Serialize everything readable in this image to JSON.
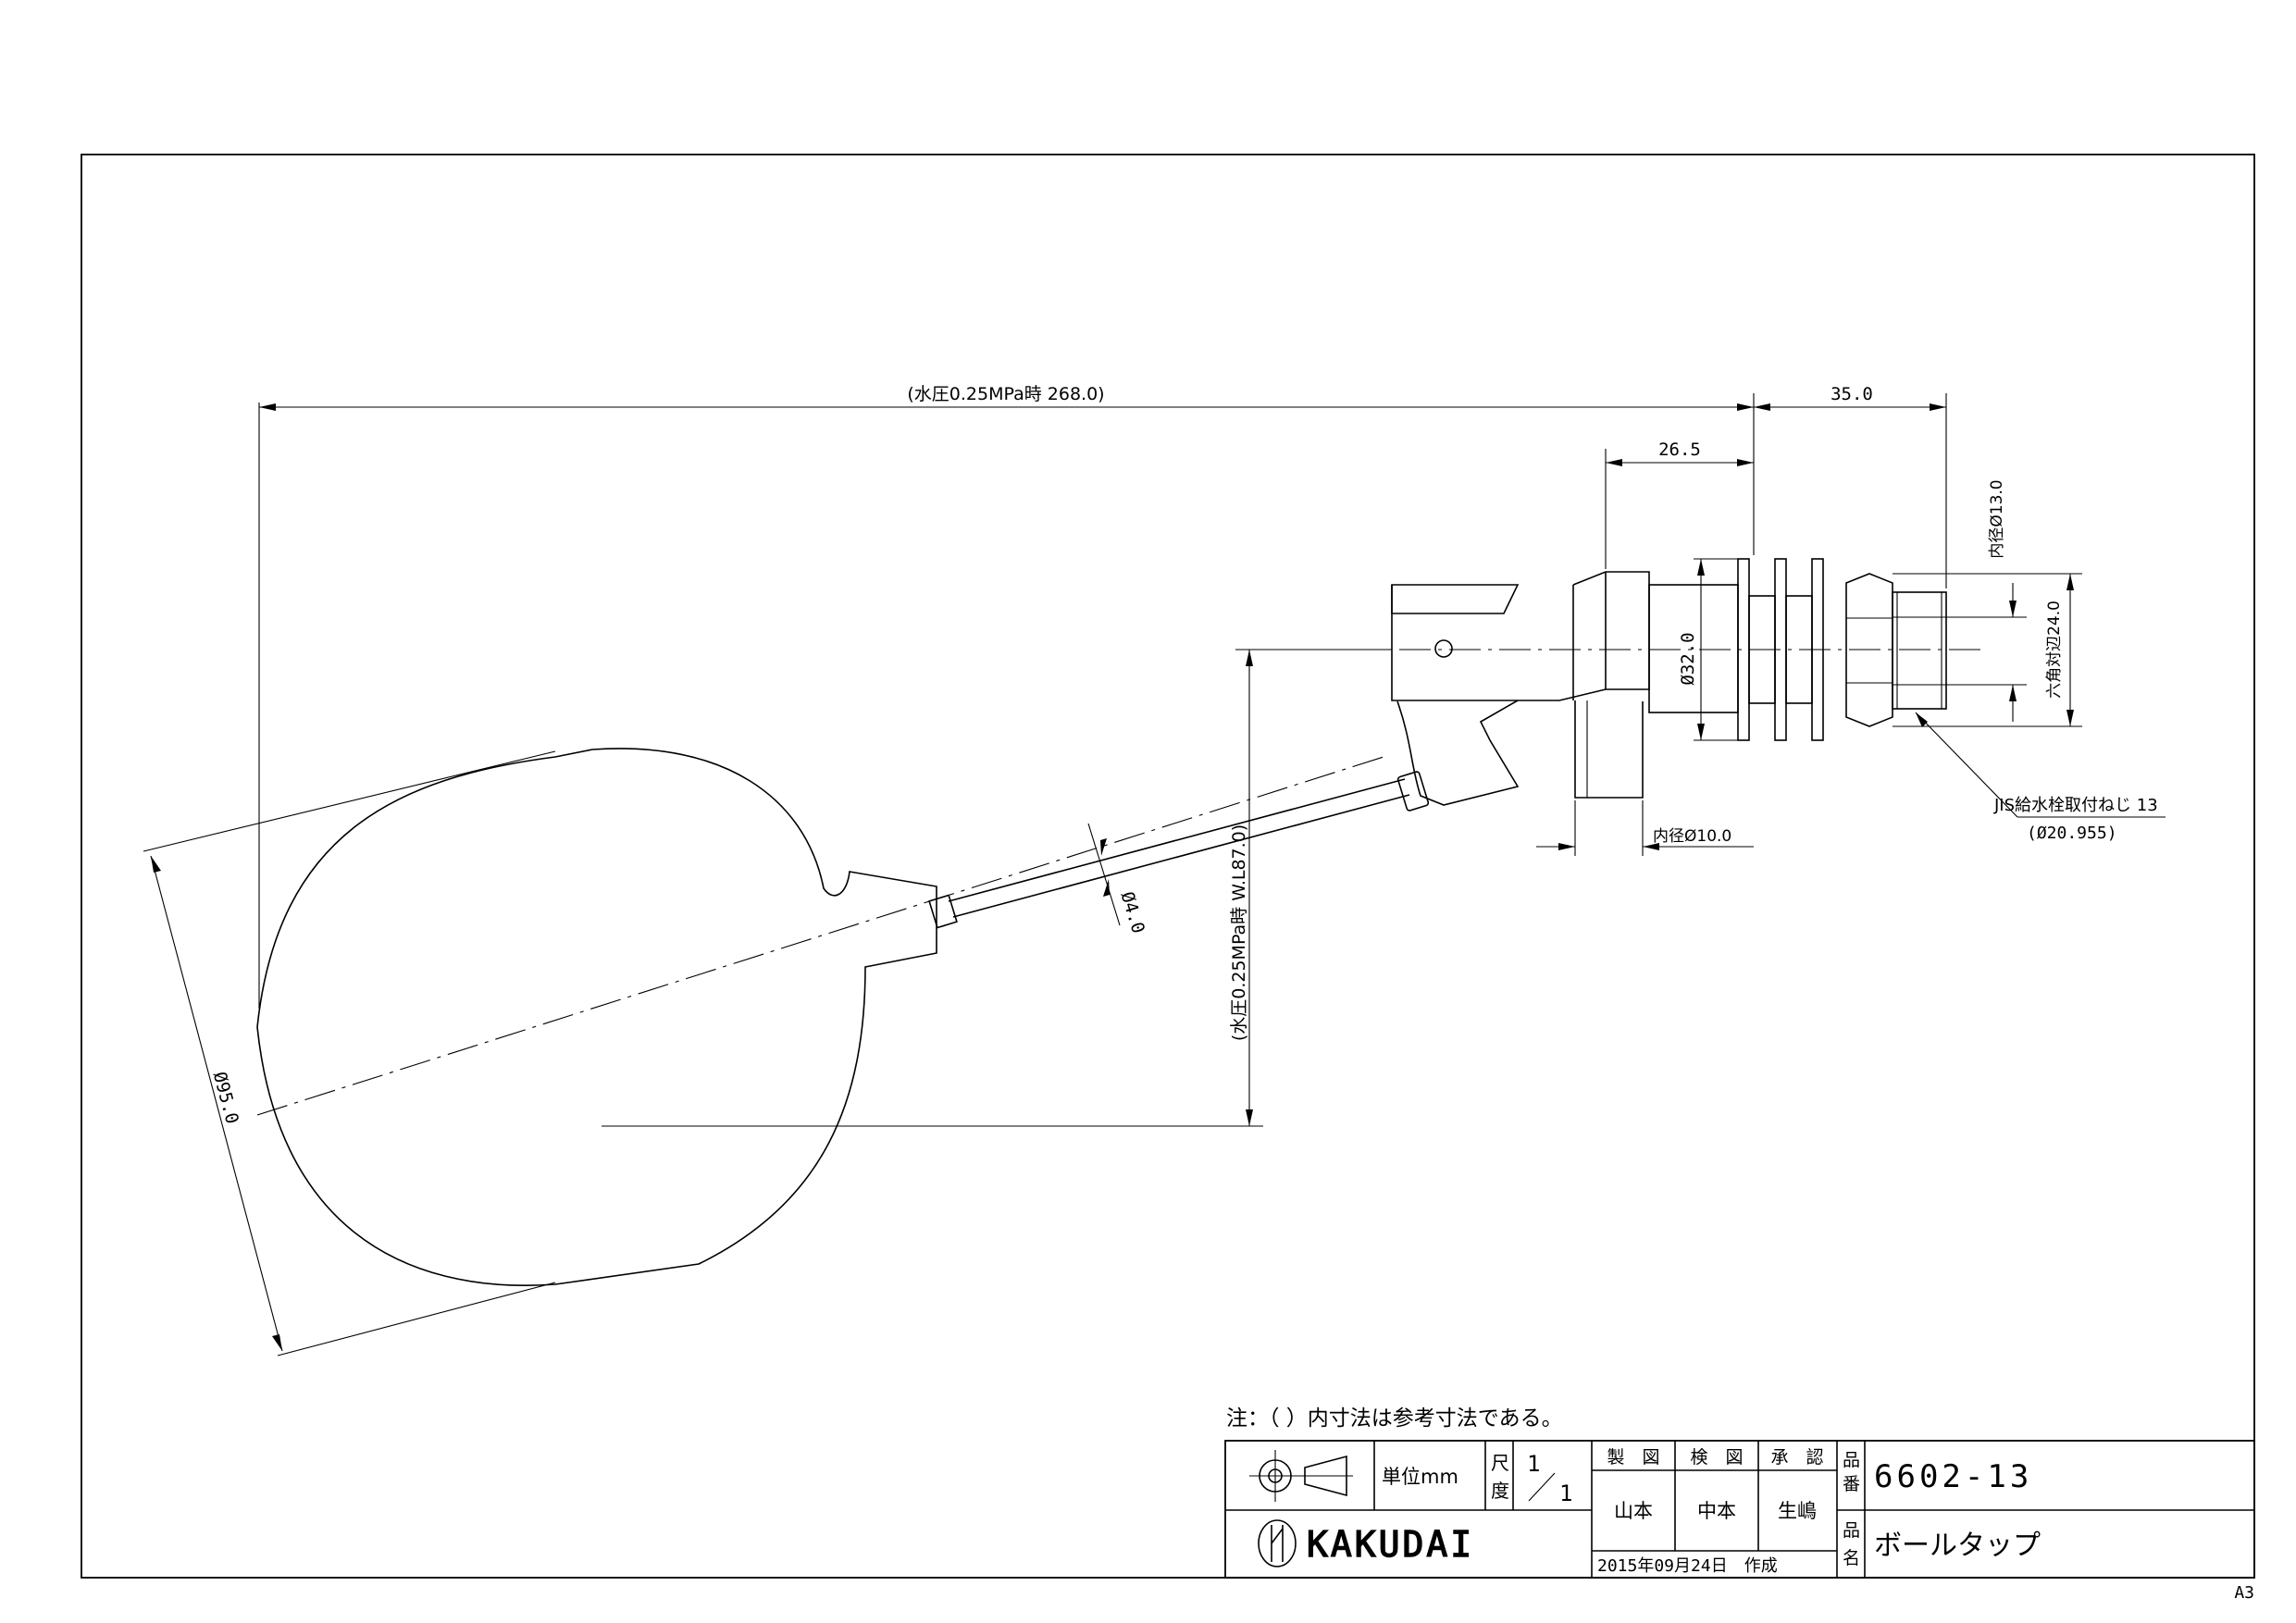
{
  "dimensions": {
    "overall_length": "(水圧0.25MPa時 268.0)",
    "dim_35": "35.0",
    "dim_26_5": "26.5",
    "inner_dia_13": "内径Ø13.0",
    "hex_across_flats": "六角対辺24.0",
    "dia_32": "Ø32.0",
    "inner_dia_10": "内径Ø10.0",
    "rod_dia": "Ø4.0",
    "ball_dia": "Ø95.0",
    "water_level": "(水圧0.25MPa時 W.L87.0)",
    "thread_name": "JIS給水栓取付ねじ 13",
    "thread_dia": "(Ø20.955)"
  },
  "title_block": {
    "note": "注：（ ）内寸法は参考寸法である。",
    "unit_label": "単位mm",
    "scale_label_1": "尺",
    "scale_label_2": "度",
    "scale_num": "1",
    "scale_den": "1",
    "drawn_label": "製　図",
    "checked_label": "検　図",
    "approved_label": "承　認",
    "drawn_by": "山本",
    "checked_by": "中本",
    "approved_by": "生嶋",
    "part_no_label_1": "品",
    "part_no_label_2": "番",
    "part_no": "6602-13",
    "name_label_1": "品",
    "name_label_2": "名",
    "part_name": "ボールタップ",
    "company": "KAKUDAI",
    "date": "2015年09月24日　作成",
    "sheet_size": "A3"
  }
}
